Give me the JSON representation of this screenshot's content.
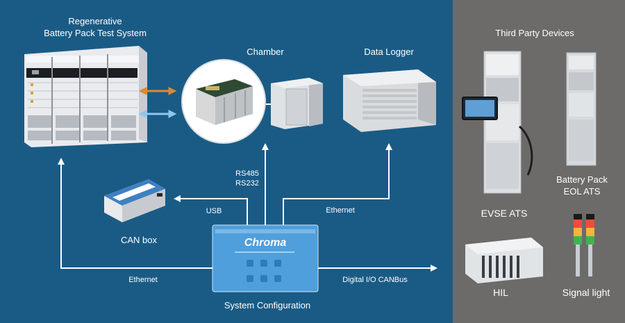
{
  "colors": {
    "main_bg": "#1a5b86",
    "side_bg": "#6d6a6a",
    "arrow": "#ffffff",
    "orange": "#d98a35",
    "light_blue": "#8fc6ee",
    "screen_blue": "#4f9fdc"
  },
  "system": {
    "title_line1": "Regenerative",
    "title_line2": "Battery Pack Test System"
  },
  "chamber": {
    "label": "Chamber"
  },
  "data_logger": {
    "label": "Data Logger"
  },
  "can_box": {
    "label": "CAN box"
  },
  "config": {
    "label": "System Configuration",
    "logo_text": "Chroma"
  },
  "links": {
    "rs485": "RS485",
    "rs232": "RS232",
    "usb": "USB",
    "ethernet_left": "Ethernet",
    "ethernet_right": "Ethernet",
    "digital_io": "Digital I/O CANBus"
  },
  "third_party": {
    "title": "Third Party Devices",
    "evse": "EVSE ATS",
    "battery_pack_line1": "Battery Pack",
    "battery_pack_line2": "EOL ATS",
    "hil": "HIL",
    "signal_light": "Signal light"
  }
}
